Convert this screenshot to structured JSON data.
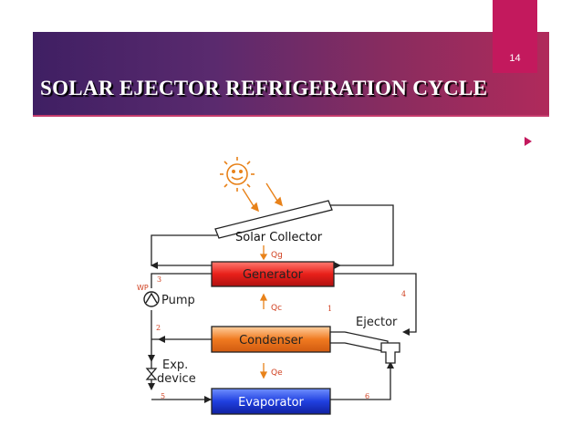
{
  "slide": {
    "number": "14",
    "title": "SOLAR EJECTOR REFRIGERATION CYCLE"
  },
  "diagram": {
    "solar_collector": "Solar Collector",
    "qg": "Qg",
    "generator": "Generator",
    "qc": "Qc",
    "condenser": "Condenser",
    "qe": "Qe",
    "evaporator": "Evaporator",
    "pump": "Pump",
    "wp": "WP",
    "ejector": "Ejector",
    "exp_line1": "Exp.",
    "exp_line2": "device",
    "n1": "1",
    "n2": "2",
    "n3": "3",
    "n4": "4",
    "n5": "5",
    "n6": "6"
  },
  "colors": {
    "banner": "#5a2a6e",
    "accent": "#c3195d",
    "generator": "#e8201a",
    "condenser": "#f07a20",
    "evaporator": "#2040e0",
    "sun": "#e8821a"
  }
}
